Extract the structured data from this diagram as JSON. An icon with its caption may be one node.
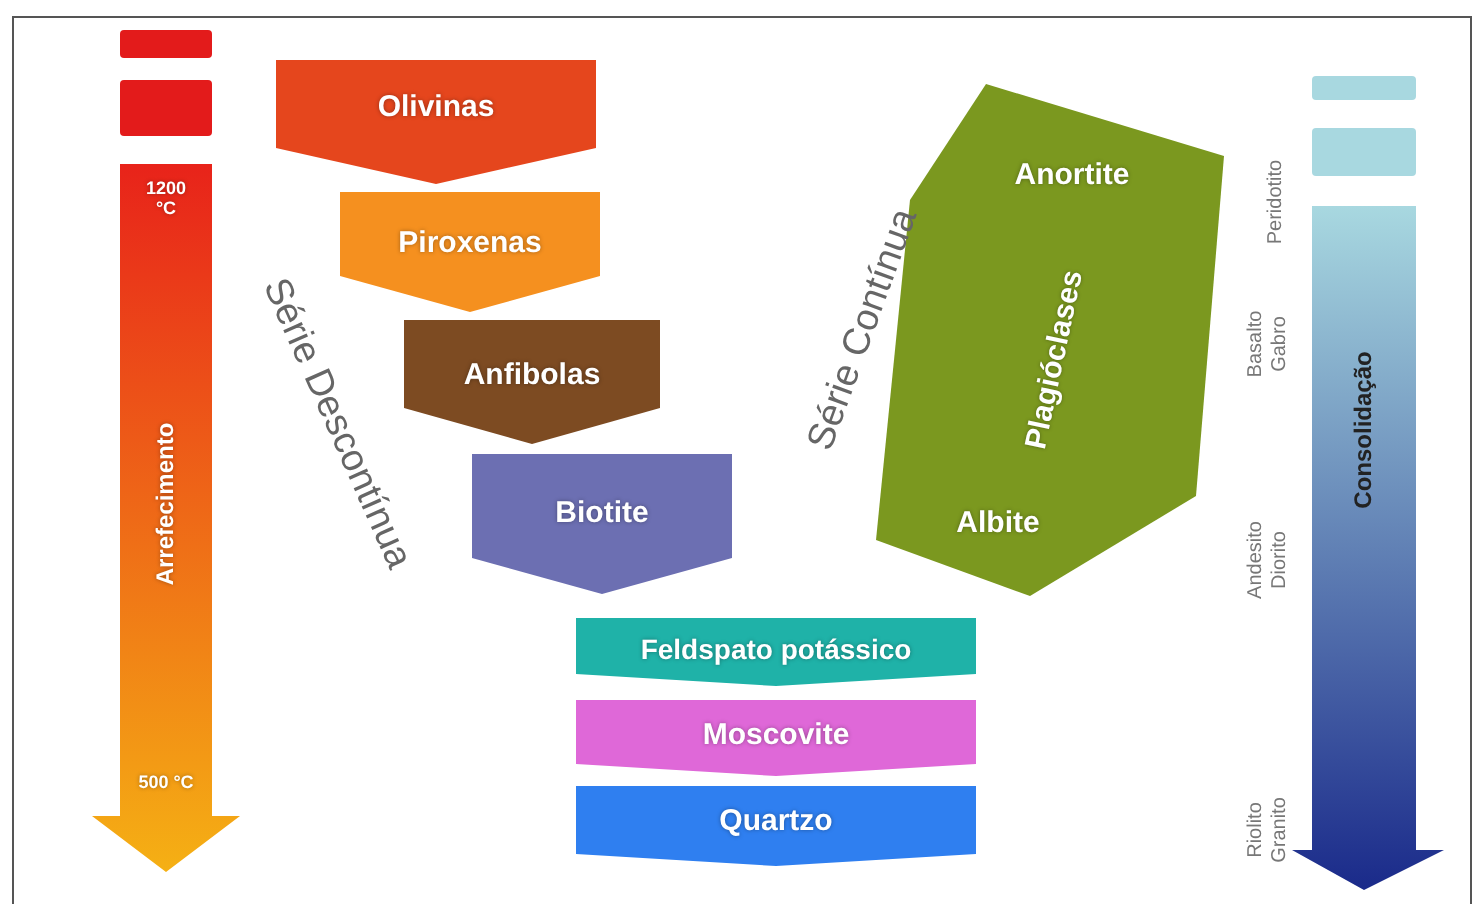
{
  "diagram": {
    "nodes": [
      {
        "text": [
          "Olivinas"
        ]
      },
      {
        "text": [
          "Piroxenas"
        ]
      },
      {
        "text": [
          "Anfibolas"
        ]
      },
      {
        "text": [
          "Biotite"
        ]
      },
      {
        "text": [
          "Anortite",
          "Plagióclases",
          "Albite"
        ]
      },
      {
        "text": [
          "Feldspato potássico"
        ]
      },
      {
        "text": [
          "Moscovite"
        ]
      },
      {
        "text": [
          "Quartzo"
        ]
      },
      {
        "text": [
          "1200 °C",
          "Arrefecimento",
          "500 °C"
        ]
      },
      {
        "text": [
          "Consolidação"
        ],
        "beside": [
          "Peridotito",
          "Basalto Gabro",
          "Andesito Diorito",
          "Riolito Granito"
        ]
      }
    ],
    "edges": [],
    "labels": [
      "Série Descontínua",
      "Série Contínua"
    ]
  }
}
